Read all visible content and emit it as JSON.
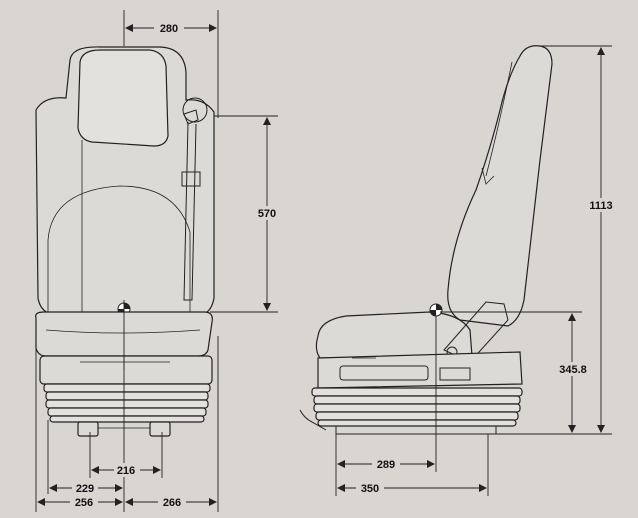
{
  "dimensions": {
    "headrest_to_side": "280",
    "backrest_height": "570",
    "overall_height": "1113",
    "seat_height": "345.8",
    "foot_spacing": "216",
    "half_width_left": "229",
    "base_left_width": "256",
    "base_right_width": "266",
    "base_to_reference": "289",
    "base_depth": "350"
  },
  "colors": {
    "background": "#d9d6d2",
    "line": "#222222"
  }
}
